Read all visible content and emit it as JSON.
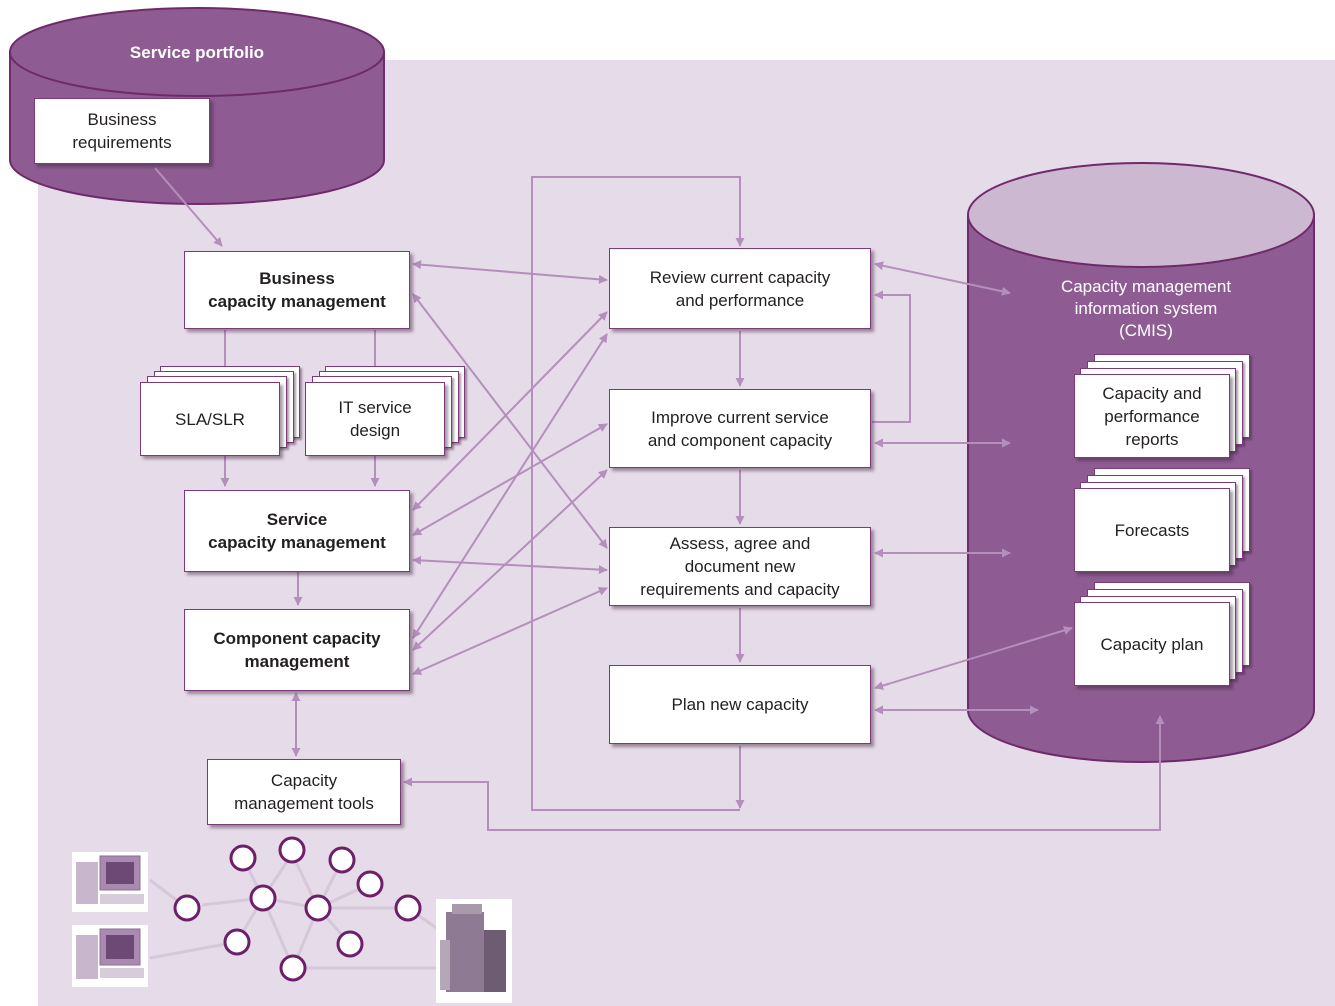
{
  "service_portfolio": {
    "label": "Service portfolio",
    "business_requirements": "Business\nrequirements"
  },
  "left": {
    "business_capacity": "Business\ncapacity management",
    "sla_slr": "SLA/SLR",
    "it_service_design": "IT service\ndesign",
    "service_capacity": "Service\ncapacity management",
    "component_capacity": "Component capacity\nmanagement",
    "tools": "Capacity\nmanagement tools"
  },
  "middle": {
    "review": "Review current capacity\nand  performance",
    "improve": "Improve current service\nand component capacity",
    "assess": "Assess, agree and\ndocument new\nrequirements and capacity",
    "plan": "Plan new capacity"
  },
  "cmis": {
    "label": "Capacity management\ninformation system\n(CMIS)",
    "reports": "Capacity and\nperformance\nreports",
    "forecasts": "Forecasts",
    "capacity_plan": "Capacity plan"
  },
  "colors": {
    "cylinder": "#8e5c92",
    "cylinder_top": "#d4bfd8",
    "background": "#e6dbe8",
    "arrow": "#b48fbc",
    "node": "#6e1f6a"
  }
}
